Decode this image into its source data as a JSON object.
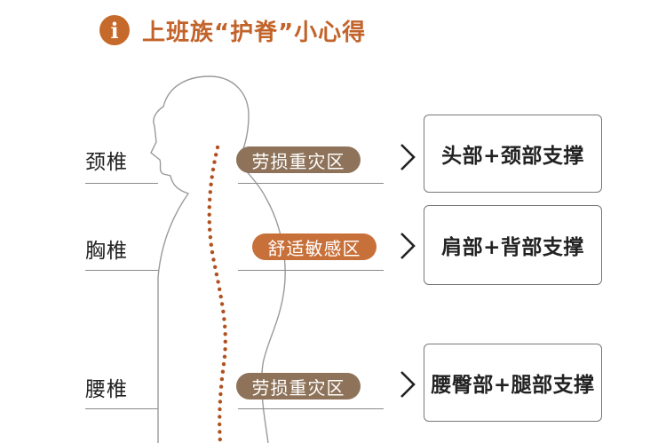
{
  "header": {
    "icon": "info-icon",
    "title": "上班族“护脊”小心得"
  },
  "spine_sections": [
    {
      "label": "颈椎",
      "zone": "劳损重灾区",
      "zone_color": "#8e735a",
      "support": "头部+颈部支撑"
    },
    {
      "label": "胸椎",
      "zone": "舒适敏感区",
      "zone_color": "#c8703a",
      "support": "肩部+背部支撑"
    },
    {
      "label": "腰椎",
      "zone": "劳损重灾区",
      "zone_color": "#8e735a",
      "support": "腰臀部+腿部支撑"
    }
  ],
  "colors": {
    "accent": "#c2632a",
    "spine_dots": "#b0521f"
  }
}
